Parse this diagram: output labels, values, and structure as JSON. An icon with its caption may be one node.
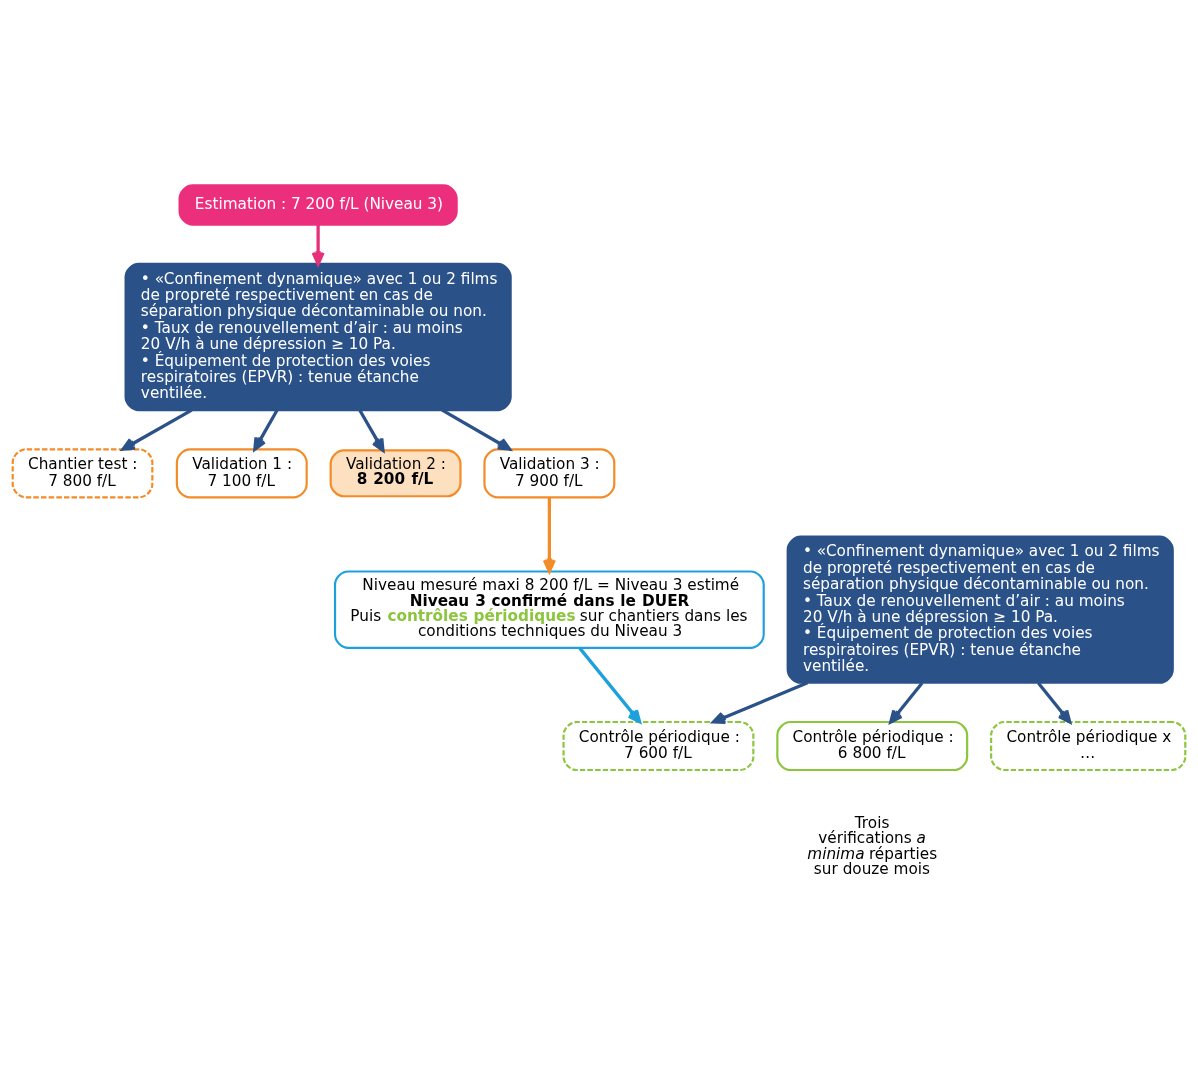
{
  "diagram": {
    "nodes": [
      {
        "text": [
          "Estimation : 7 200 f/L (Niveau 3)"
        ]
      },
      {
        "text": [
          "• «Confinement dynamique» avec 1 ou 2 films de propreté respectivement en cas de séparation physique décontaminable ou non.",
          "• Taux de renouvellement d’air : au moins 20 V/h à une dépression ≥ 10 Pa.",
          "• Équipement de protection des voies respiratoires (EPVR) : tenue étanche ventilée."
        ]
      },
      {
        "text": [
          "Chantier test : 7 800 f/L"
        ]
      },
      {
        "text": [
          "Validation 1 : 7 100 f/L"
        ]
      },
      {
        "text": [
          "Validation 2 : **8 200 f/L**"
        ]
      },
      {
        "text": [
          "Validation 3 : 7 900 f/L"
        ]
      },
      {
        "text": [
          "Niveau mesuré maxi 8 200 f/L = Niveau 3 estimé",
          "Niveau 3 confirmé dans le DUER",
          "Puis **contrôles périodiques** sur chantiers dans les conditions techniques du Niveau 3"
        ]
      },
      {
        "text": [
          "• «Confinement dynamique» avec 1 ou 2 films de propreté respectivement en cas de séparation physique décontaminable ou non.",
          "• Taux de renouvellement d’air : au moins 20 V/h à une dépression ≥ 10 Pa.",
          "• Équipement de protection des voies respiratoires (EPVR) : tenue étanche ventilée."
        ]
      },
      {
        "text": [
          "Contrôle périodique : 7 600 f/L"
        ]
      },
      {
        "text": [
          "Contrôle périodique : 6 800 f/L"
        ]
      },
      {
        "text": [
          "Contrôle périodique x …"
        ]
      }
    ],
    "edges": [
      {
        "from": 0,
        "to": 1,
        "arrow": "to",
        "color": "#e6317a"
      },
      {
        "from": 1,
        "to": 2,
        "arrow": "to"
      },
      {
        "from": 1,
        "to": 3,
        "arrow": "to"
      },
      {
        "from": 1,
        "to": 4,
        "arrow": "to"
      },
      {
        "from": 1,
        "to": 5,
        "arrow": "to"
      },
      {
        "from": 5,
        "to": 6,
        "arrow": "to",
        "color": "#f28c28"
      },
      {
        "from": 6,
        "to": 8,
        "arrow": "to",
        "color": "#1ea0dc"
      },
      {
        "from": 7,
        "to": 8,
        "arrow": "to"
      },
      {
        "from": 7,
        "to": 9,
        "arrow": "to"
      },
      {
        "from": 7,
        "to": 10,
        "arrow": "to"
      }
    ],
    "labels": [
      "Trois vérifications *a minima* réparties sur douze mois"
    ]
  }
}
